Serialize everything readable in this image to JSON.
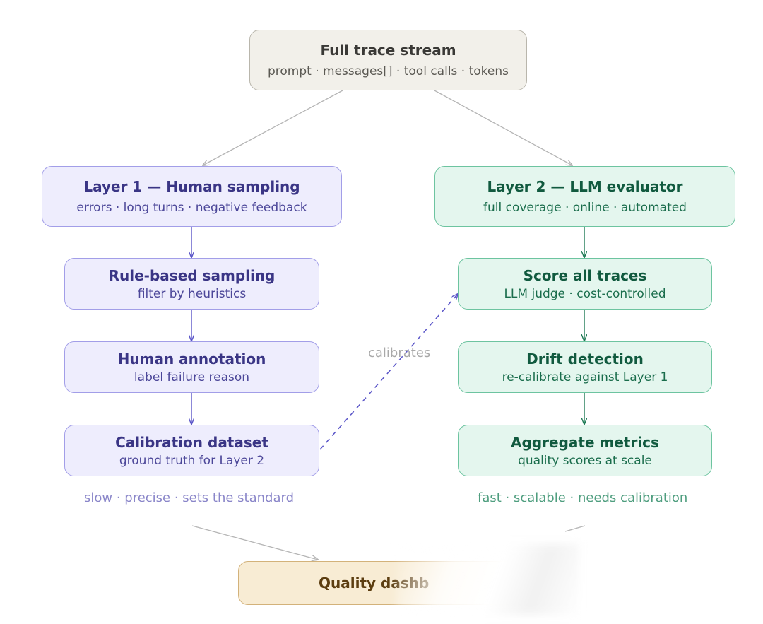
{
  "nodes": {
    "trace_stream": {
      "title": "Full trace stream",
      "subtitle": "prompt · messages[] · tool calls · tokens"
    },
    "layer1": {
      "title": "Layer 1 — Human sampling",
      "subtitle": "errors · long turns · negative feedback"
    },
    "rule_sampling": {
      "title": "Rule-based sampling",
      "subtitle": "filter by heuristics"
    },
    "human_annotation": {
      "title": "Human annotation",
      "subtitle": "label failure reason"
    },
    "calibration_dataset": {
      "title": "Calibration dataset",
      "subtitle": "ground truth for Layer 2"
    },
    "layer2": {
      "title": "Layer 2 — LLM evaluator",
      "subtitle": "full coverage · online · automated"
    },
    "score_traces": {
      "title": "Score all traces",
      "subtitle": "LLM judge · cost-controlled"
    },
    "drift_detection": {
      "title": "Drift detection",
      "subtitle": "re-calibrate against Layer 1"
    },
    "aggregate_metrics": {
      "title": "Aggregate metrics",
      "subtitle": "quality scores at scale"
    },
    "quality_dashboard": {
      "title": "Quality dashb"
    }
  },
  "captions": {
    "left": "slow · precise · sets the standard",
    "right": "fast · scalable · needs calibration",
    "calibrates": "calibrates"
  },
  "colors": {
    "purple_accent": "#5a55c8",
    "green_accent": "#1f7a55",
    "neutral_line": "#b5b5b5"
  }
}
